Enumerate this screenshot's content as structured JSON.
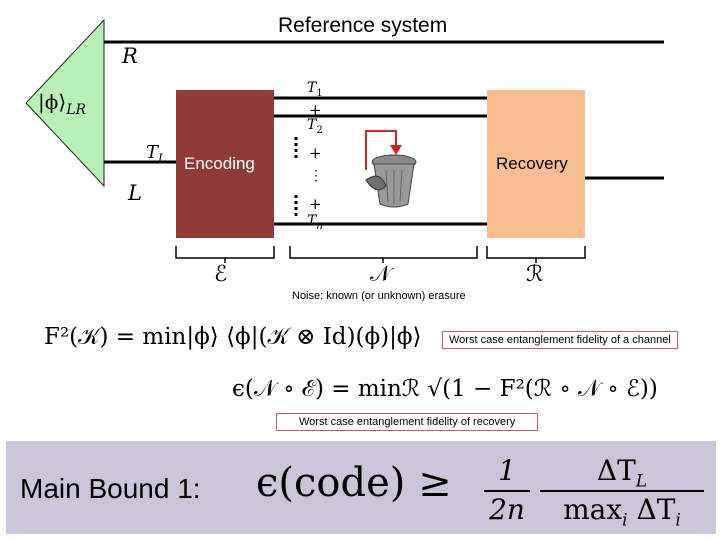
{
  "header": {
    "title": "Reference system"
  },
  "diagram": {
    "state_label": "|ϕ⟩",
    "state_subscript": "LR",
    "reference_label": "R",
    "logical_label": "L",
    "transmitted_label": "T",
    "transmitted_subscript": "L",
    "encoding_label": "Encoding",
    "recovery_label": "Recovery",
    "channel_stack": [
      "T",
      "1",
      "+",
      "T",
      "2",
      "+",
      "⋮",
      "+",
      "T",
      "n"
    ],
    "encoding_map": "ℰ",
    "noise_map": "𝒩",
    "recovery_map": "ℛ",
    "noise_caption": "Noise: known (or unknown) erasure",
    "trash_icon": "trash-can-icon",
    "arrow_color": "#e02020",
    "encoding_color": "#8e3a36",
    "recovery_color": "#f7bf90",
    "state_color": "#b8f0b8"
  },
  "formulas": {
    "fidelity": "F²(𝒦) = min|ϕ⟩ ⟨ϕ|(𝒦 ⊗ Id)(ϕ)|ϕ⟩",
    "fidelity_caption": "Worst case entanglement fidelity of a channel",
    "epsilon": "ϵ(𝒩 ∘ ℰ) = minℛ √(1 − F²(ℛ ∘ 𝒩 ∘ ℰ))",
    "epsilon_caption": "Worst case entanglement fidelity of recovery"
  },
  "bound": {
    "label": "Main Bound 1:",
    "lhs": "ϵ(code) ≥",
    "frac1_num": "1",
    "frac1_den": "2n",
    "frac2_num": "ΔT",
    "frac2_num_sub": "L",
    "frac2_den": "max",
    "frac2_den_sub": "i",
    "frac2_den_rest": "ΔT",
    "frac2_den_rest_sub": "i"
  }
}
